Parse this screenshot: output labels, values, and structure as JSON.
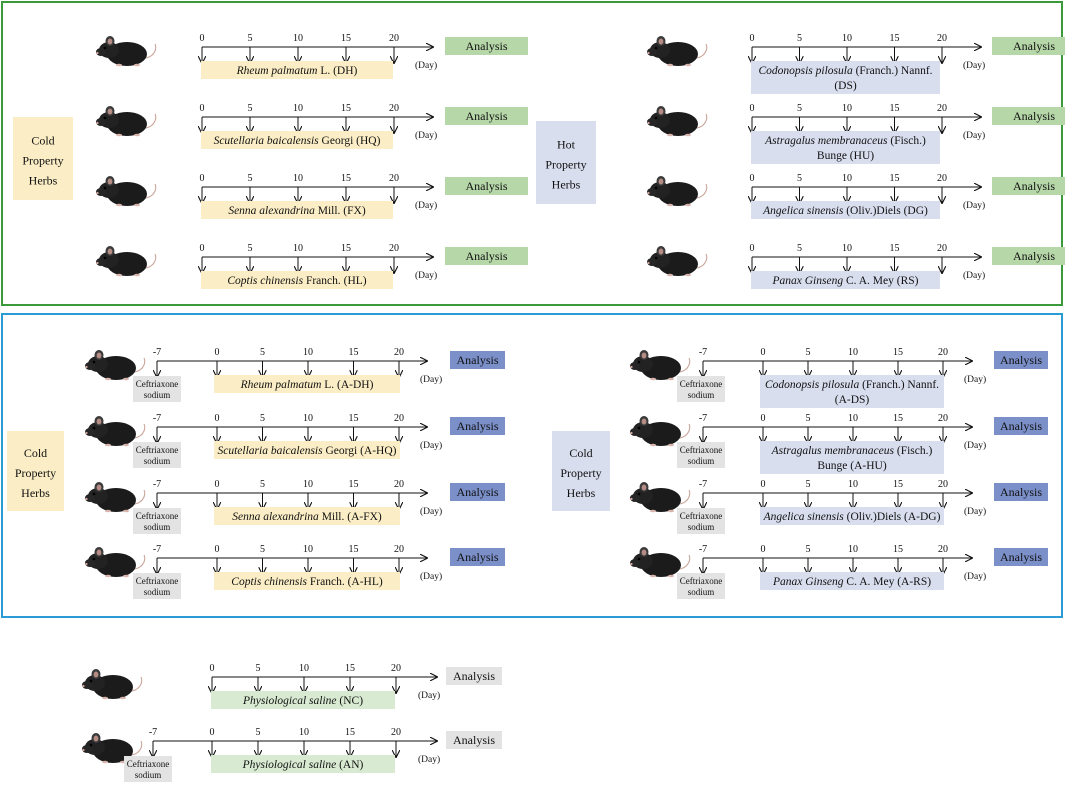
{
  "colors": {
    "cold_box": "#fbeec6",
    "hot_box": "#d9deef",
    "green_analysis": "#b6d7a8",
    "blue_analysis": "#7b8fc9",
    "gray_analysis": "#e3e3e3",
    "saline_box": "#d8ead2",
    "ceftriaxone_box": "#e3e3e3",
    "panel1_border": "#3a9a3a",
    "panel2_border": "#2b9bd6"
  },
  "icons": {
    "subject": "mouse-icon"
  },
  "common": {
    "day_unit": "(Day)",
    "analysis": "Analysis",
    "ticks": [
      "0",
      "5",
      "10",
      "15",
      "20"
    ],
    "pre_tick": "-7",
    "ceftriaxone": [
      "Ceftriaxone",
      "sodium"
    ]
  },
  "panels": [
    {
      "id": "p1",
      "groups": [
        {
          "side": "left",
          "label": [
            "Cold",
            "Property",
            "Herbs"
          ],
          "label_color": "cold_box",
          "analysis_color": "green_analysis",
          "pre": false,
          "rows": [
            {
              "italic": "Rheum palmatum",
              "normal": " L. (DH)"
            },
            {
              "italic": "Scutellaria baicalensis",
              "normal": " Georgi (HQ)"
            },
            {
              "italic": "Senna alexandrina",
              "normal": " Mill. (FX)"
            },
            {
              "italic": "Coptis chinensis",
              "normal": " Franch. (HL)"
            }
          ]
        },
        {
          "side": "right",
          "label": [
            "Hot",
            "Property",
            "Herbs"
          ],
          "label_color": "hot_box",
          "analysis_color": "green_analysis",
          "pre": false,
          "rows": [
            {
              "italic": "Codonopsis pilosula",
              "normal": " (Franch.) Nannf.",
              "line2": "(DS)"
            },
            {
              "italic": "Astragalus membranaceus",
              "normal": " (Fisch.)",
              "line2": "Bunge (HU)"
            },
            {
              "italic": "Angelica sinensis",
              "normal": " (Oliv.)Diels (DG)"
            },
            {
              "italic": "Panax Ginseng",
              "normal": " C. A. Mey (RS)"
            }
          ]
        }
      ]
    },
    {
      "id": "p2",
      "groups": [
        {
          "side": "left",
          "label": [
            "Cold",
            "Property",
            "Herbs"
          ],
          "label_color": "cold_box",
          "analysis_color": "blue_analysis",
          "pre": true,
          "rows": [
            {
              "italic": "Rheum palmatum",
              "normal": " L. (A-DH)"
            },
            {
              "italic": "Scutellaria baicalensis",
              "normal": " Georgi (A-HQ)"
            },
            {
              "italic": "Senna alexandrina",
              "normal": " Mill. (A-FX)"
            },
            {
              "italic": "Coptis chinensis",
              "normal": " Franch. (A-HL)"
            }
          ]
        },
        {
          "side": "right",
          "label": [
            "Cold",
            "Property",
            "Herbs"
          ],
          "label_color": "hot_box",
          "analysis_color": "blue_analysis",
          "pre": true,
          "rows": [
            {
              "italic": "Codonopsis pilosula",
              "normal": " (Franch.) Nannf.",
              "line2": "(A-DS)"
            },
            {
              "italic": "Astragalus membranaceus",
              "normal": " (Fisch.)",
              "line2": "Bunge (A-HU)"
            },
            {
              "italic": "Angelica sinensis",
              "normal": " (Oliv.)Diels (A-DG)"
            },
            {
              "italic": "Panax Ginseng",
              "normal": " C. A. Mey (A-RS)"
            }
          ]
        }
      ]
    }
  ],
  "controls": [
    {
      "italic": "Physiological saline",
      "normal": " (NC)",
      "pre": false
    },
    {
      "italic": "Physiological saline",
      "normal": " (AN)",
      "pre": true
    }
  ]
}
